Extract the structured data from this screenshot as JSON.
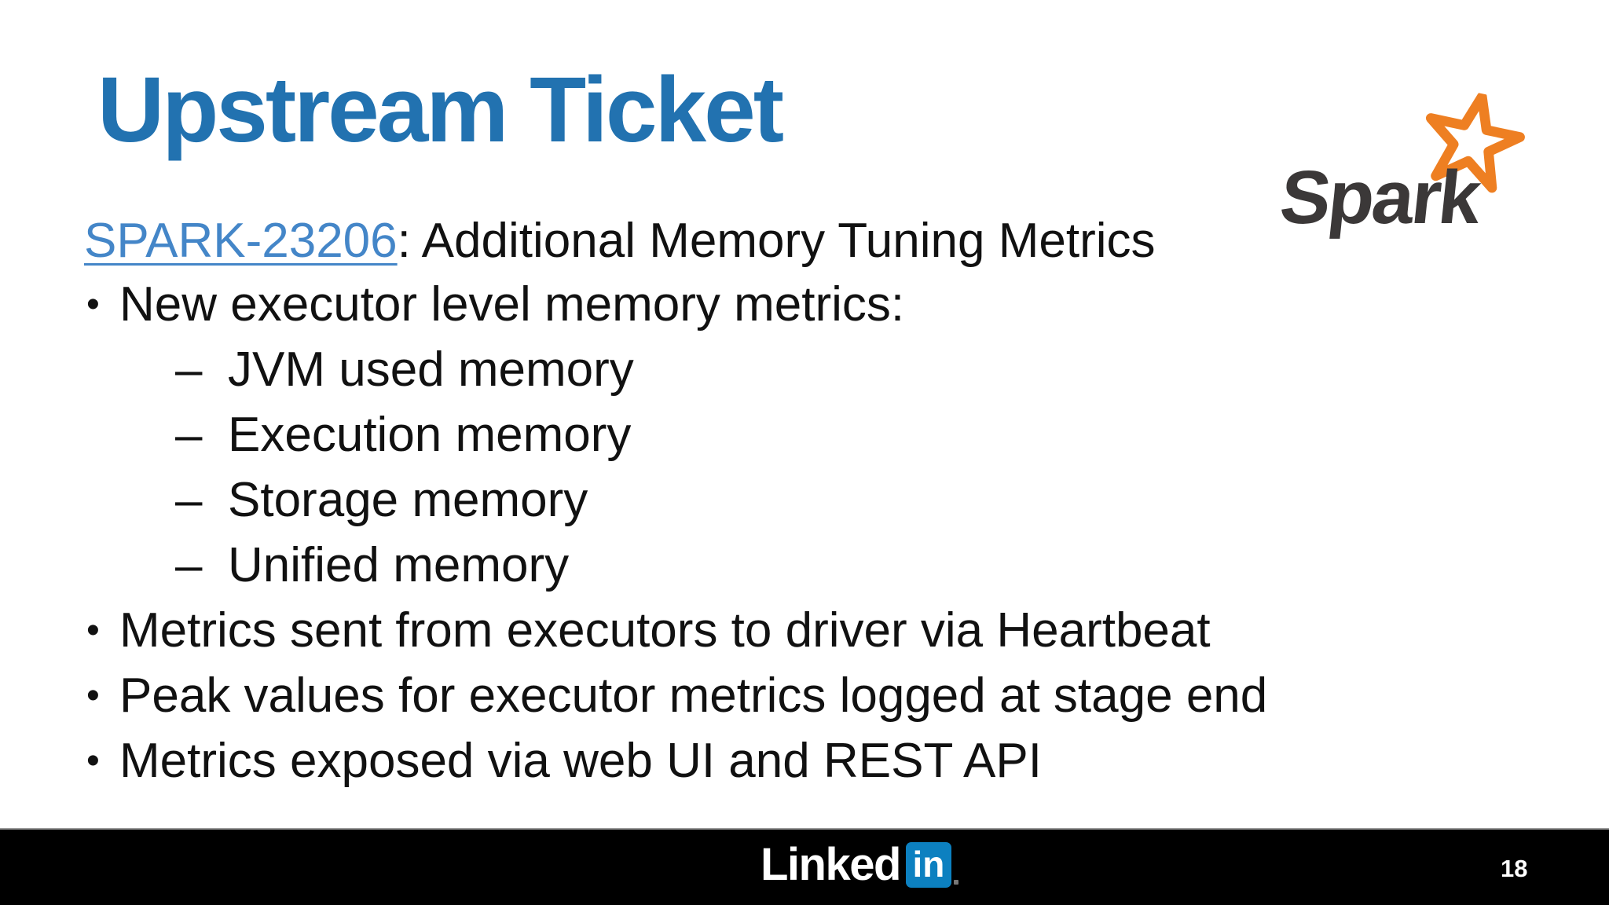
{
  "slide": {
    "title": "Upstream Ticket",
    "intro": {
      "link_text": "SPARK-23206",
      "rest_text": ": Additional Memory Tuning Metrics"
    },
    "markers": {
      "level1": "•",
      "level2": "–"
    },
    "bullets": [
      {
        "level": 1,
        "text": "New executor level memory metrics:"
      },
      {
        "level": 2,
        "text": "JVM used memory"
      },
      {
        "level": 2,
        "text": "Execution memory"
      },
      {
        "level": 2,
        "text": "Storage memory"
      },
      {
        "level": 2,
        "text": "Unified memory"
      },
      {
        "level": 1,
        "text": "Metrics sent from executors to driver via Heartbeat"
      },
      {
        "level": 1,
        "text": "Peak values for executor metrics logged at stage end"
      },
      {
        "level": 1,
        "text": "Metrics exposed via web UI and REST API"
      }
    ],
    "spark_logo": {
      "wordmark": "Spark"
    },
    "footer": {
      "linkedin_word": "Linked",
      "linkedin_in": "in",
      "page_number": "18"
    },
    "colors": {
      "title_blue": "#2272b0",
      "link_blue": "#4486c8",
      "body_text": "#111111",
      "spark_text": "#3b3838",
      "spark_star_orange": "#ee7f22",
      "footer_bg": "#000000",
      "linkedin_blue": "#0c80c0"
    }
  }
}
